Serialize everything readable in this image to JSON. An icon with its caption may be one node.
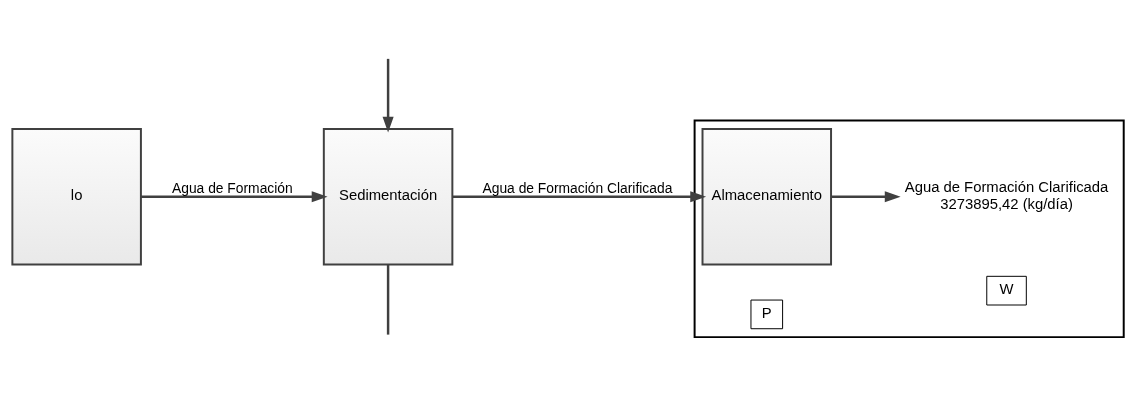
{
  "diagram": {
    "nodes": [
      {
        "text": [
          "lo"
        ]
      },
      {
        "text": [
          "Sedimentación"
        ]
      },
      {
        "text": [],
        "shape": "box"
      },
      {
        "text": [
          "Almacenamiento"
        ],
        "in": 2
      },
      {
        "text": [
          "P"
        ],
        "in": 2
      },
      {
        "text": [
          "W"
        ],
        "in": 2
      },
      {
        "text": [
          "Agua de Formación Clarificada",
          "3273895,42 (kg/día)"
        ],
        "in": 2
      }
    ],
    "edges": [
      {
        "from": 0,
        "to": 1,
        "arrow": "to",
        "label": "Agua de Formación"
      },
      {
        "from": 1,
        "to": null,
        "arrow": "none"
      },
      {
        "from": null,
        "to": 1,
        "arrow": "to"
      },
      {
        "from": 1,
        "to": 3,
        "arrow": "to",
        "label": "Agua de Formación Clarificada"
      },
      {
        "from": 3,
        "to": 6,
        "arrow": "to"
      }
    ]
  }
}
